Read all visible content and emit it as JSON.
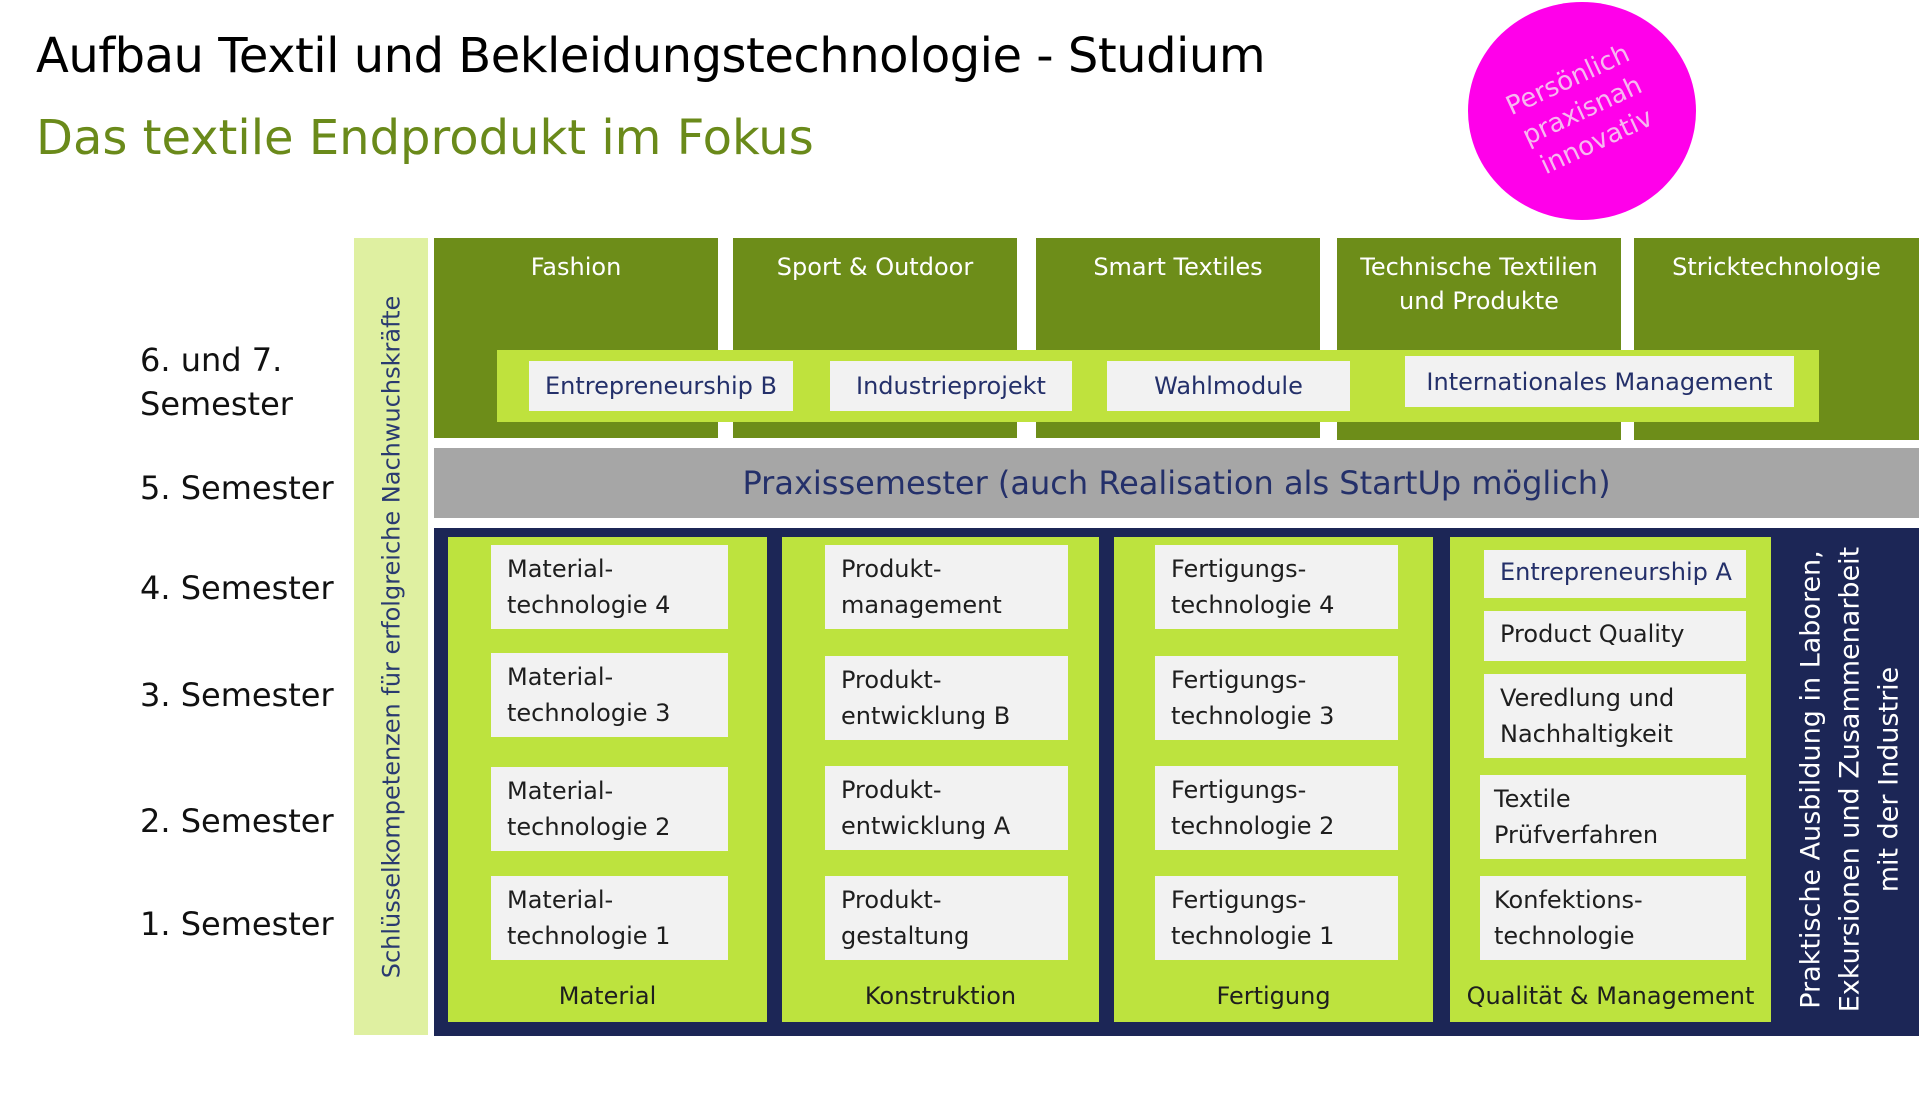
{
  "title": "Aufbau Textil und Bekleidungstechnologie - Studium",
  "subtitle": "Das textile Endprodukt im Fokus",
  "badge": {
    "line1": "Persönlich",
    "line2": "praxisnah",
    "line3": "innovativ"
  },
  "semesters": {
    "s67a": "6. und 7.",
    "s67b": "Semester",
    "s5": "5. Semester",
    "s4": "4. Semester",
    "s3": "3. Semester",
    "s2": "2. Semester",
    "s1": "1. Semester"
  },
  "skills_label": "Schlüsselkompetenzen für erfolgreiche Nachwuchskräfte",
  "specializations": {
    "fashion": "Fashion",
    "sport": "Sport & Outdoor",
    "smart": "Smart Textiles",
    "technical_1": "Technische Textilien",
    "technical_2": "und Produkte",
    "knit": "Stricktechnologie"
  },
  "electives": {
    "entrepreneurship_b": "Entrepreneurship B",
    "industry_project": "Industrieprojekt",
    "elective_modules": "Wahlmodule",
    "intl_management": "Internationales Management"
  },
  "praxis": "Praxissemester (auch Realisation als StartUp möglich)",
  "columns": {
    "material": {
      "label": "Material",
      "m4a": "Material-",
      "m4b": "technologie 4",
      "m3a": "Material-",
      "m3b": "technologie 3",
      "m2a": "Material-",
      "m2b": "technologie 2",
      "m1a": "Material-",
      "m1b": "technologie 1"
    },
    "konstruktion": {
      "label": "Konstruktion",
      "m4a": "Produkt-",
      "m4b": "management",
      "m3a": "Produkt-",
      "m3b": "entwicklung B",
      "m2a": "Produkt-",
      "m2b": "entwicklung A",
      "m1a": "Produkt-",
      "m1b": "gestaltung"
    },
    "fertigung": {
      "label": "Fertigung",
      "m4a": "Fertigungs-",
      "m4b": "technologie 4",
      "m3a": "Fertigungs-",
      "m3b": "technologie 3",
      "m2a": "Fertigungs-",
      "m2b": "technologie 2",
      "m1a": "Fertigungs-",
      "m1b": "technologie 1"
    },
    "qm": {
      "label": "Qualität & Management",
      "entrepreneurship_a": "Entrepreneurship A",
      "product_quality": "Product Quality",
      "veredlung_a": "Veredlung und",
      "veredlung_b": "Nachhaltigkeit",
      "pruef_a": "Textile",
      "pruef_b": "Prüfverfahren",
      "konf_a": "Konfektions-",
      "konf_b": "technologie"
    }
  },
  "practical": {
    "line1": "Praktische Ausbildung in Laboren,",
    "line2": "Exkursionen und Zusammenarbeit",
    "line3": "mit der Industrie"
  }
}
